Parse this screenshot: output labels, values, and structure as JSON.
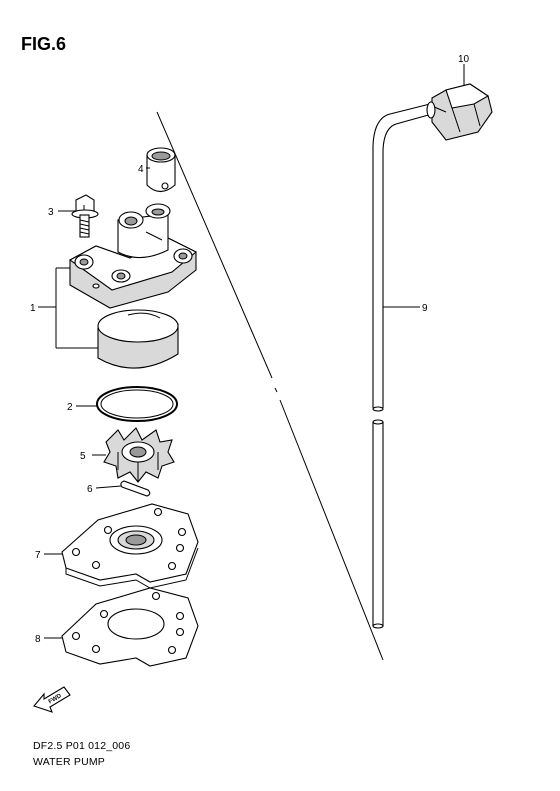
{
  "figure": {
    "title": "FIG.6",
    "code": "DF2.5 P01 012_006",
    "name": "WATER PUMP"
  },
  "callouts": [
    {
      "id": "1",
      "label": "1"
    },
    {
      "id": "2",
      "label": "2"
    },
    {
      "id": "3",
      "label": "3"
    },
    {
      "id": "4",
      "label": "4"
    },
    {
      "id": "5",
      "label": "5"
    },
    {
      "id": "6",
      "label": "6"
    },
    {
      "id": "7",
      "label": "7"
    },
    {
      "id": "8",
      "label": "8"
    },
    {
      "id": "9",
      "label": "9"
    },
    {
      "id": "10",
      "label": "10"
    }
  ],
  "fwd_label": "FWD"
}
